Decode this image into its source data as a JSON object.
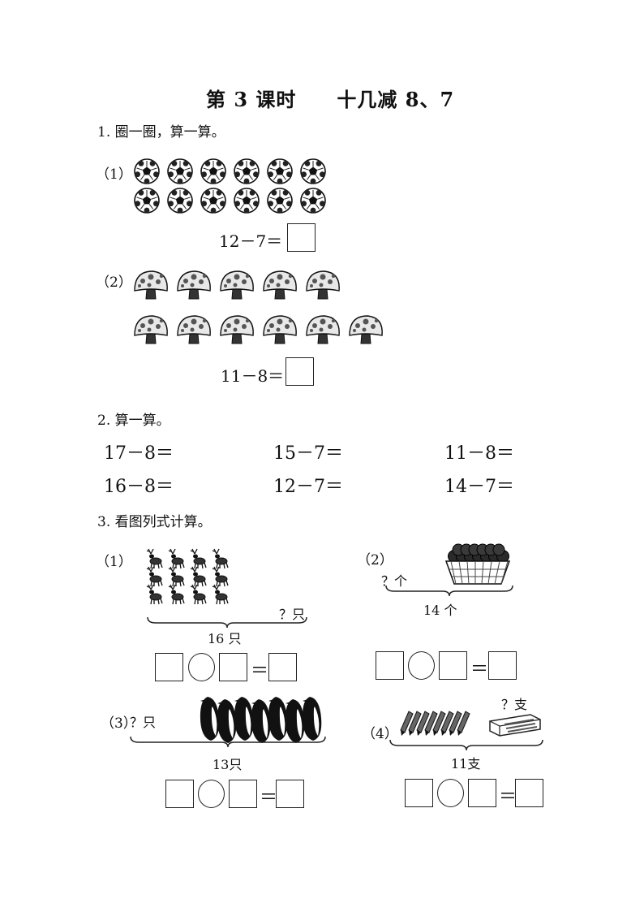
{
  "title": "第 3 课时　　十几减 8、7",
  "section1": {
    "heading": "1.  圈一圈，算一算。",
    "part1": {
      "label": "（1）",
      "icon": "soccer-ball-icon",
      "count": 12,
      "equation": "12－7＝"
    },
    "part2": {
      "label": "（2）",
      "icon": "mushroom-icon",
      "count": 11,
      "equation": "11－8＝"
    }
  },
  "section2": {
    "heading": "2.  算一算。",
    "problems": [
      "17－8＝",
      "15－7＝",
      "11－8＝",
      "16－8＝",
      "12－7＝",
      "14－7＝"
    ]
  },
  "section3": {
    "heading": "3.  看图列式计算。",
    "parts": [
      {
        "label": "（1）",
        "icon": "deer-icon",
        "unknown": "？只",
        "total": "16 只"
      },
      {
        "label": "（2）",
        "icon": "basket-icon",
        "unknown": "？个",
        "total": "14 个"
      },
      {
        "label": "（3）",
        "icon": "penguin-icon",
        "unknown": "？只",
        "total": "13只"
      },
      {
        "label": "（4）",
        "icon": "pencil-icon",
        "unknown": "？支",
        "total": "11支"
      }
    ],
    "equals_sign": "＝"
  }
}
